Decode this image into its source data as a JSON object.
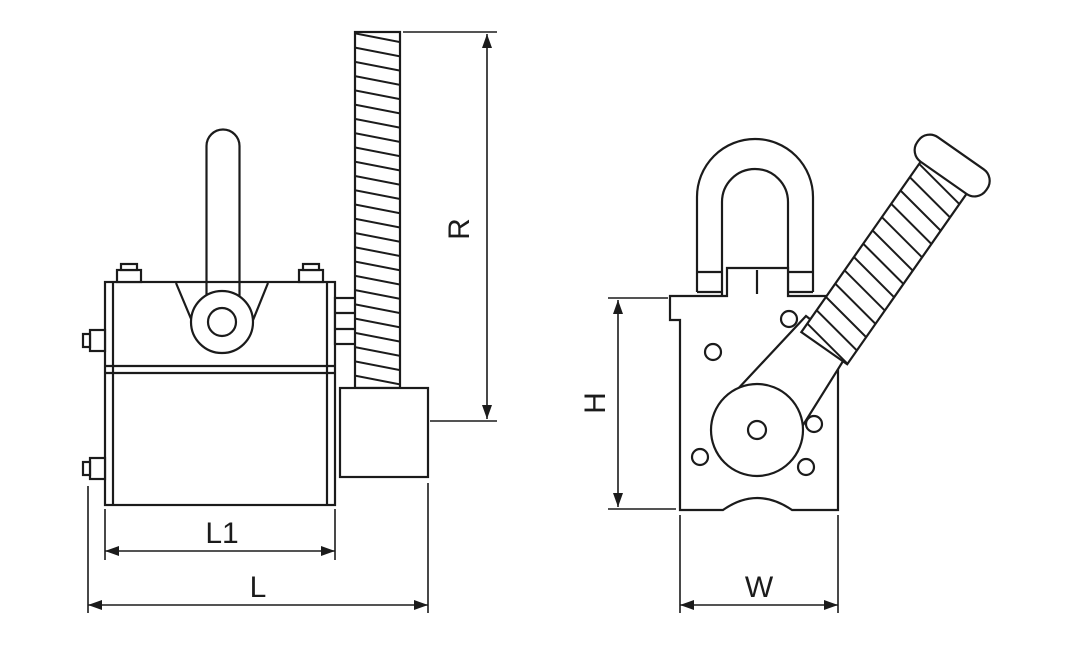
{
  "drawing": {
    "background": "#ffffff",
    "line_color": "#1b1b1b",
    "views": [
      "front view",
      "side view"
    ]
  },
  "dimensions": {
    "R": "R",
    "L1": "L1",
    "L": "L",
    "H": "H",
    "W": "W"
  }
}
